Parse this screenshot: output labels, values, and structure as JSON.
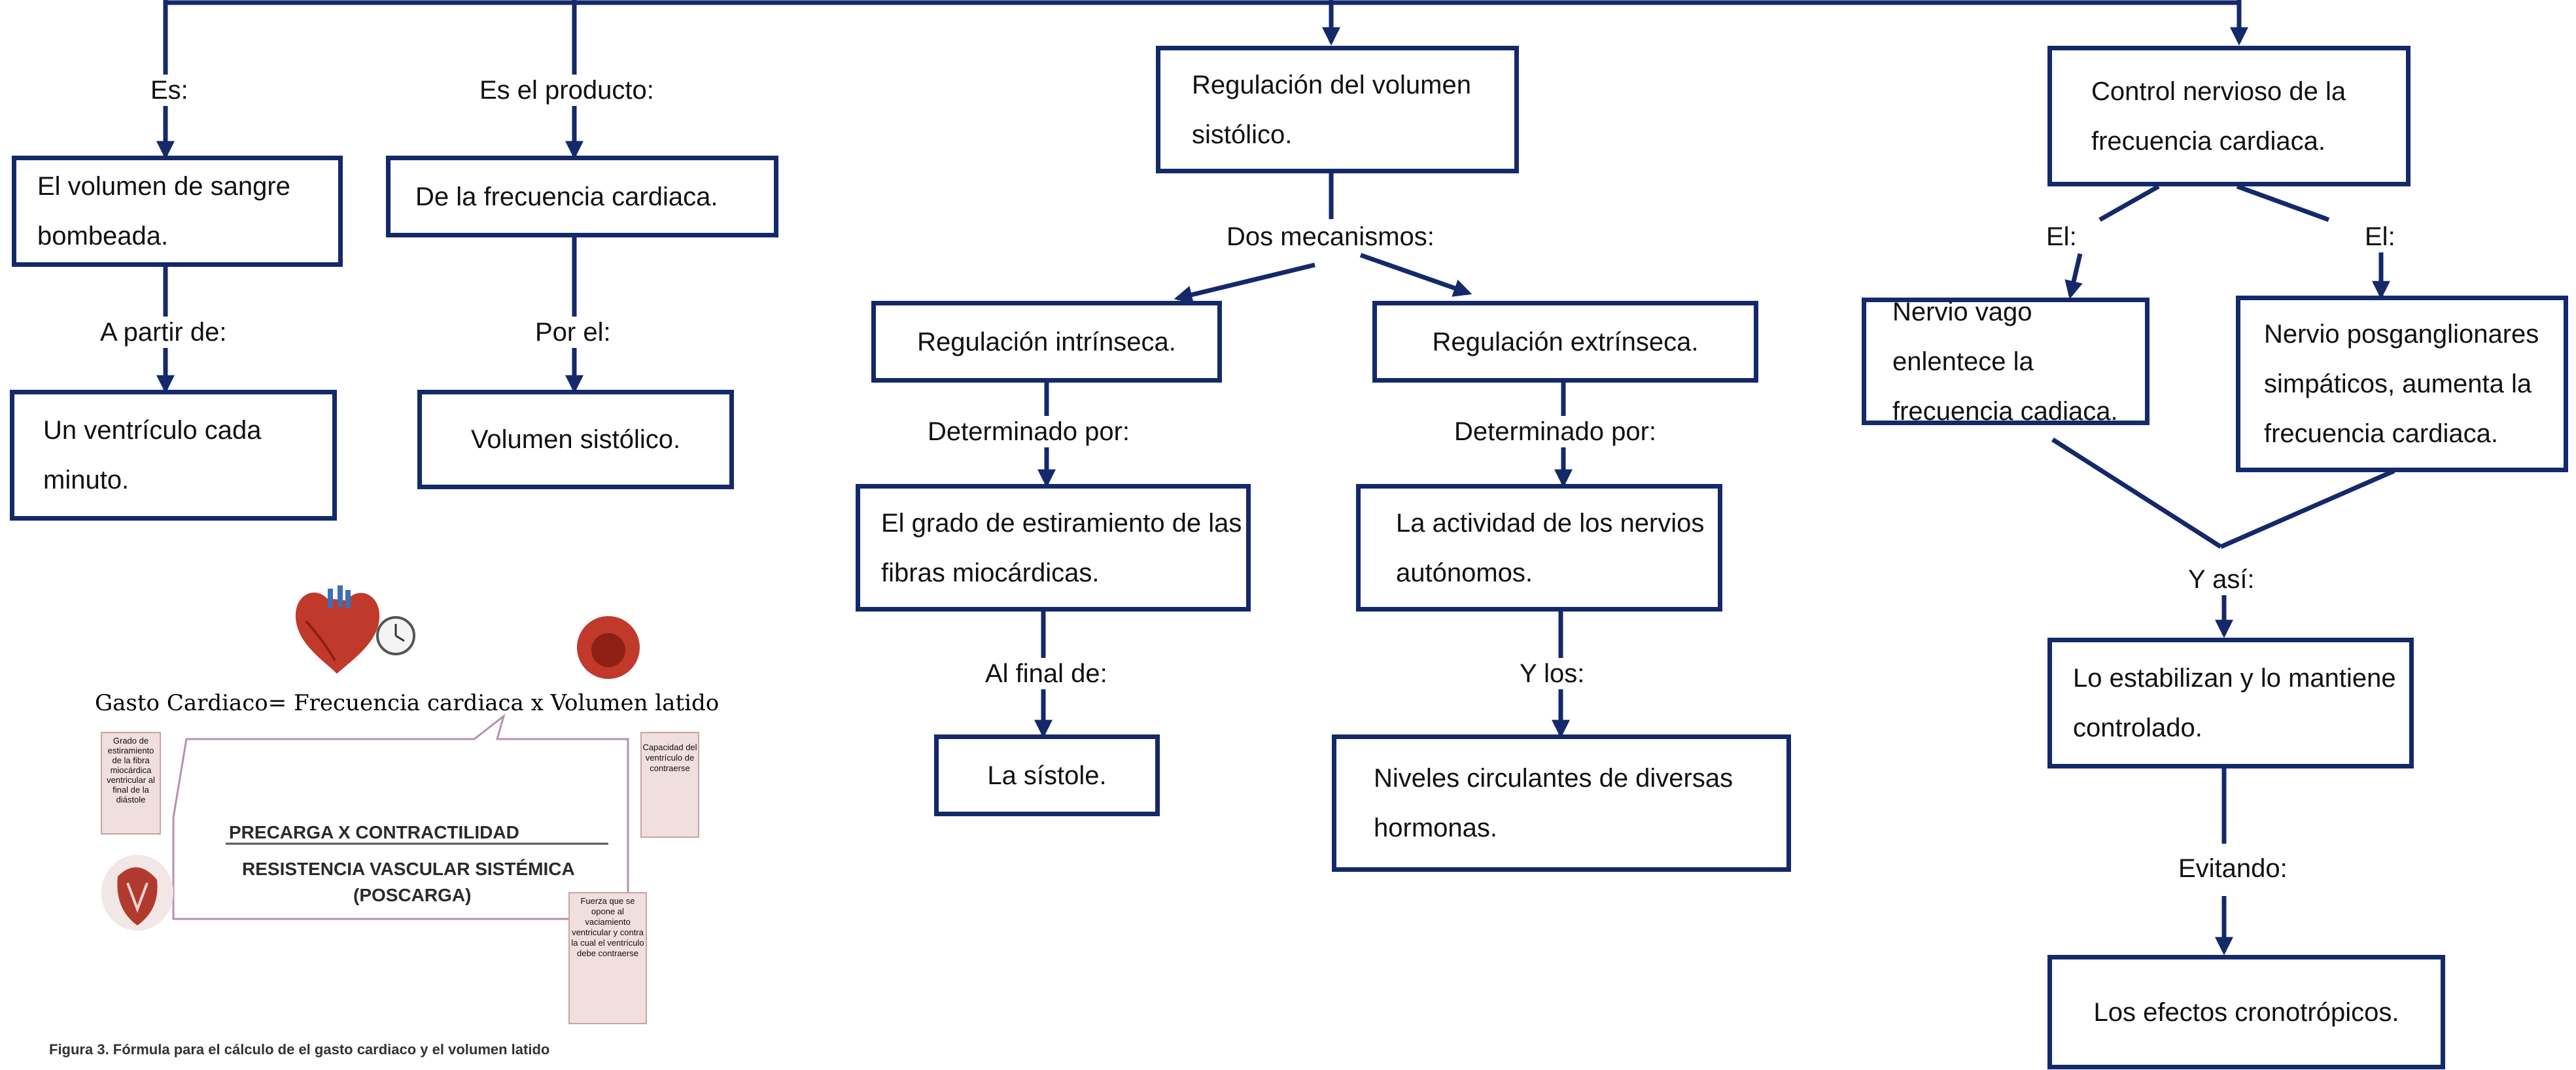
{
  "diagram": {
    "labels": {
      "es": "Es:",
      "es_el_producto": "Es el producto:",
      "a_partir_de": "A partir de:",
      "por_el": "Por el:",
      "dos_mecanismos": "Dos mecanismos:",
      "determinado_por_1": "Determinado por:",
      "determinado_por_2": "Determinado por:",
      "al_final_de": "Al final de:",
      "y_los": "Y los:",
      "el_1": "El:",
      "el_2": "El:",
      "y_asi": "Y así:",
      "evitando": "Evitando:"
    },
    "nodes": {
      "volumen_sangre": "El volumen de sangre bombeada.",
      "frecuencia": "De la frecuencia cardiaca.",
      "ventriculo": "Un ventrículo cada minuto.",
      "volumen_sistolico": "Volumen sistólico.",
      "regulacion_volumen": "Regulación del volumen sistólico.",
      "intrinseca": "Regulación intrínseca.",
      "extrinseca": "Regulación extrínseca.",
      "estiramiento": "El grado de estiramiento de las fibras miocárdicas.",
      "actividad": "La actividad de los nervios autónomos.",
      "sistole": "La sístole.",
      "niveles": "Niveles circulantes de diversas hormonas.",
      "control_nervioso": "Control nervioso de la frecuencia cardiaca.",
      "vago": "Nervio vago enlentece la frecuencia cadiaca.",
      "posganglionares": "Nervio posganglionares simpáticos, aumenta la frecuencia cardiaca.",
      "estabilizan": "Lo estabilizan y lo mantiene controlado.",
      "efectos": "Los efectos cronotrópicos."
    }
  },
  "figure": {
    "formula": "Gasto Cardiaco= Frecuencia cardiaca   x   Volumen latido",
    "numerator": "PRECARGA        X     CONTRACTILIDAD",
    "denominator_1": "RESISTENCIA VASCULAR SISTÉMICA",
    "denominator_2": "(POSCARGA)",
    "note_precarga": "Grado de estiramiento de la fibra miocárdica ventricular al final de la diástole",
    "note_contractilidad": "Capacidad del ventrículo de contraerse",
    "note_poscarga": "Fuerza que se opone al vaciamiento ventricular y contra la cual el ventrículo debe contraerse",
    "caption": "Figura 3. Fórmula para el cálculo de el gasto cardiaco y el volumen latido"
  },
  "colors": {
    "line": "#13296a",
    "note_bg": "#f1dede",
    "note_border": "#c9a3a3",
    "heart": "#c0392b"
  }
}
